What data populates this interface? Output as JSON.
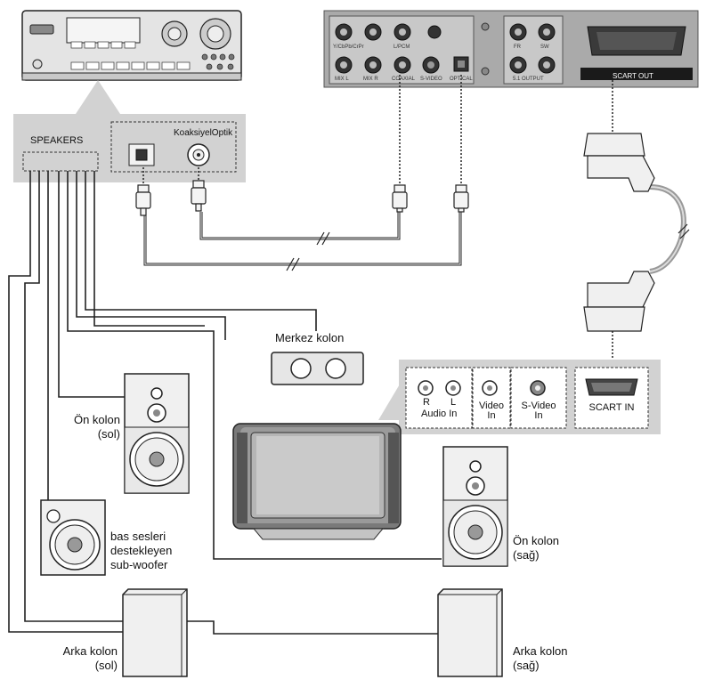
{
  "receiver": {
    "speakers_label": "SPEAKERS",
    "coax_optic_label": "KoaksiyelOptik"
  },
  "player": {
    "jack_labels_top": [
      "Y/CbPb/CrPr",
      "",
      "L/PCM",
      "",
      "FR",
      "SW"
    ],
    "jack_labels_bottom": [
      "MIX L",
      "MIX R",
      "COAXIAL",
      "S-VIDEO",
      "OPTICAL",
      "5.1 OUTPUT"
    ],
    "scart_out_label": "SCART OUT"
  },
  "tv_panel": {
    "audio_r": "R",
    "audio_l": "L",
    "audio_in": "Audio In",
    "video_in_1": "Video",
    "video_in_2": "In",
    "svideo_in_1": "S-Video",
    "svideo_in_2": "In",
    "scart_in": "SCART IN"
  },
  "speakers": {
    "center": "Merkez kolon",
    "front_left_1": "Ön kolon",
    "front_left_2": "(sol)",
    "subwoofer_1": "bas sesleri",
    "subwoofer_2": "destekleyen",
    "subwoofer_3": "sub-woofer",
    "front_right_1": "Ön kolon",
    "front_right_2": "(sağ)",
    "rear_left_1": "Arka kolon",
    "rear_left_2": "(sol)",
    "rear_right_1": "Arka kolon",
    "rear_right_2": "(sağ)"
  },
  "colors": {
    "line": "#222222",
    "panel_gray": "#d0d0d0",
    "device_gray": "#e2e2e2",
    "dark_device": "#9a9a9a"
  }
}
